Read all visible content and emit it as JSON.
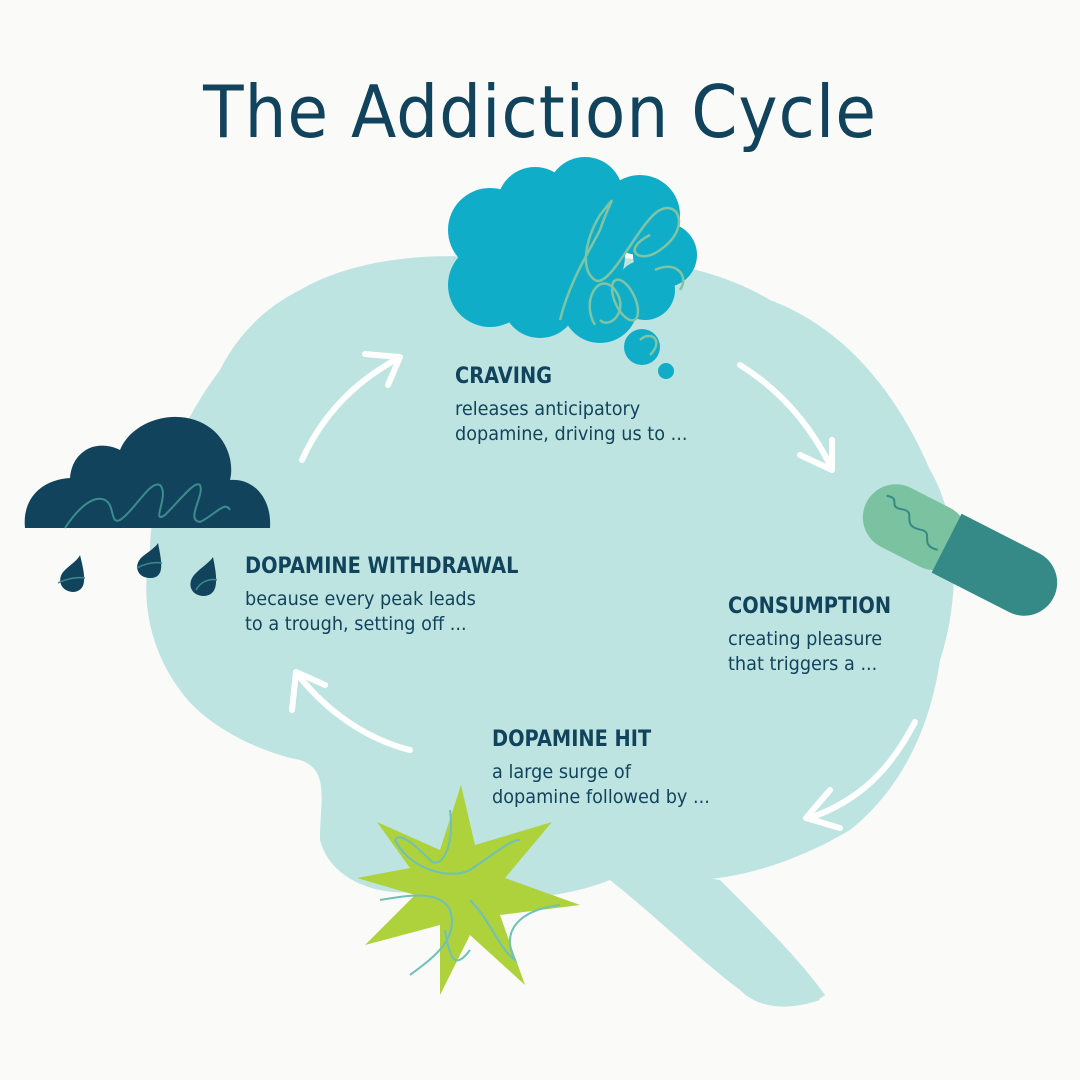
{
  "title": "The Addiction Cycle",
  "colors": {
    "background": "#fafaf8",
    "title": "#11435c",
    "brain": "#bde4e0",
    "thought_cloud": "#10adc9",
    "scribble_light": "#7fc4a3",
    "pill_light": "#7bc2a0",
    "pill_dark": "#358a87",
    "storm_cloud": "#11435c",
    "starburst": "#aed23c",
    "starburst_scribble": "#6fc0b8",
    "arrow": "#ffffff"
  },
  "stages": [
    {
      "id": "craving",
      "name": "CRAVING",
      "desc_line1": "releases anticipatory",
      "desc_line2": "dopamine, driving us to ...",
      "icon": "thought-cloud-icon"
    },
    {
      "id": "consumption",
      "name": "CONSUMPTION",
      "desc_line1": "creating pleasure",
      "desc_line2": "that triggers a ...",
      "icon": "pill-capsule-icon"
    },
    {
      "id": "hit",
      "name": "DOPAMINE HIT",
      "desc_line1": "a large surge of",
      "desc_line2": "dopamine followed by ...",
      "icon": "starburst-icon"
    },
    {
      "id": "withdrawal",
      "name": "DOPAMINE WITHDRAWAL",
      "desc_line1": "because every peak leads",
      "desc_line2": "to a trough, setting off ...",
      "icon": "rain-cloud-icon"
    }
  ],
  "cycle_arrows": [
    {
      "from": "craving",
      "to": "consumption"
    },
    {
      "from": "consumption",
      "to": "hit"
    },
    {
      "from": "hit",
      "to": "withdrawal"
    },
    {
      "from": "withdrawal",
      "to": "craving"
    }
  ]
}
